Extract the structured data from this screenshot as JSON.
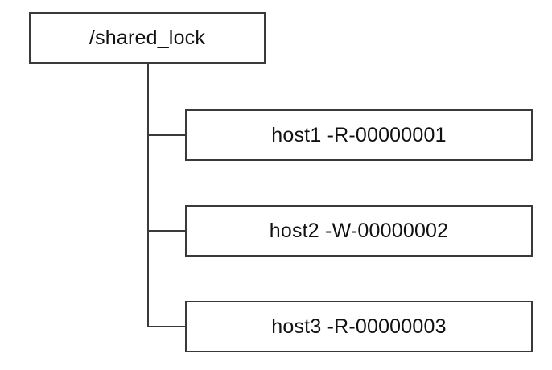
{
  "root": {
    "label": "/shared_lock"
  },
  "children": [
    {
      "label": "host1 -R-00000001"
    },
    {
      "label": "host2 -W-00000002"
    },
    {
      "label": "host3 -R-00000003"
    }
  ],
  "colors": {
    "stroke": "#3a3a3a",
    "background": "#ffffff",
    "text": "#111111"
  }
}
